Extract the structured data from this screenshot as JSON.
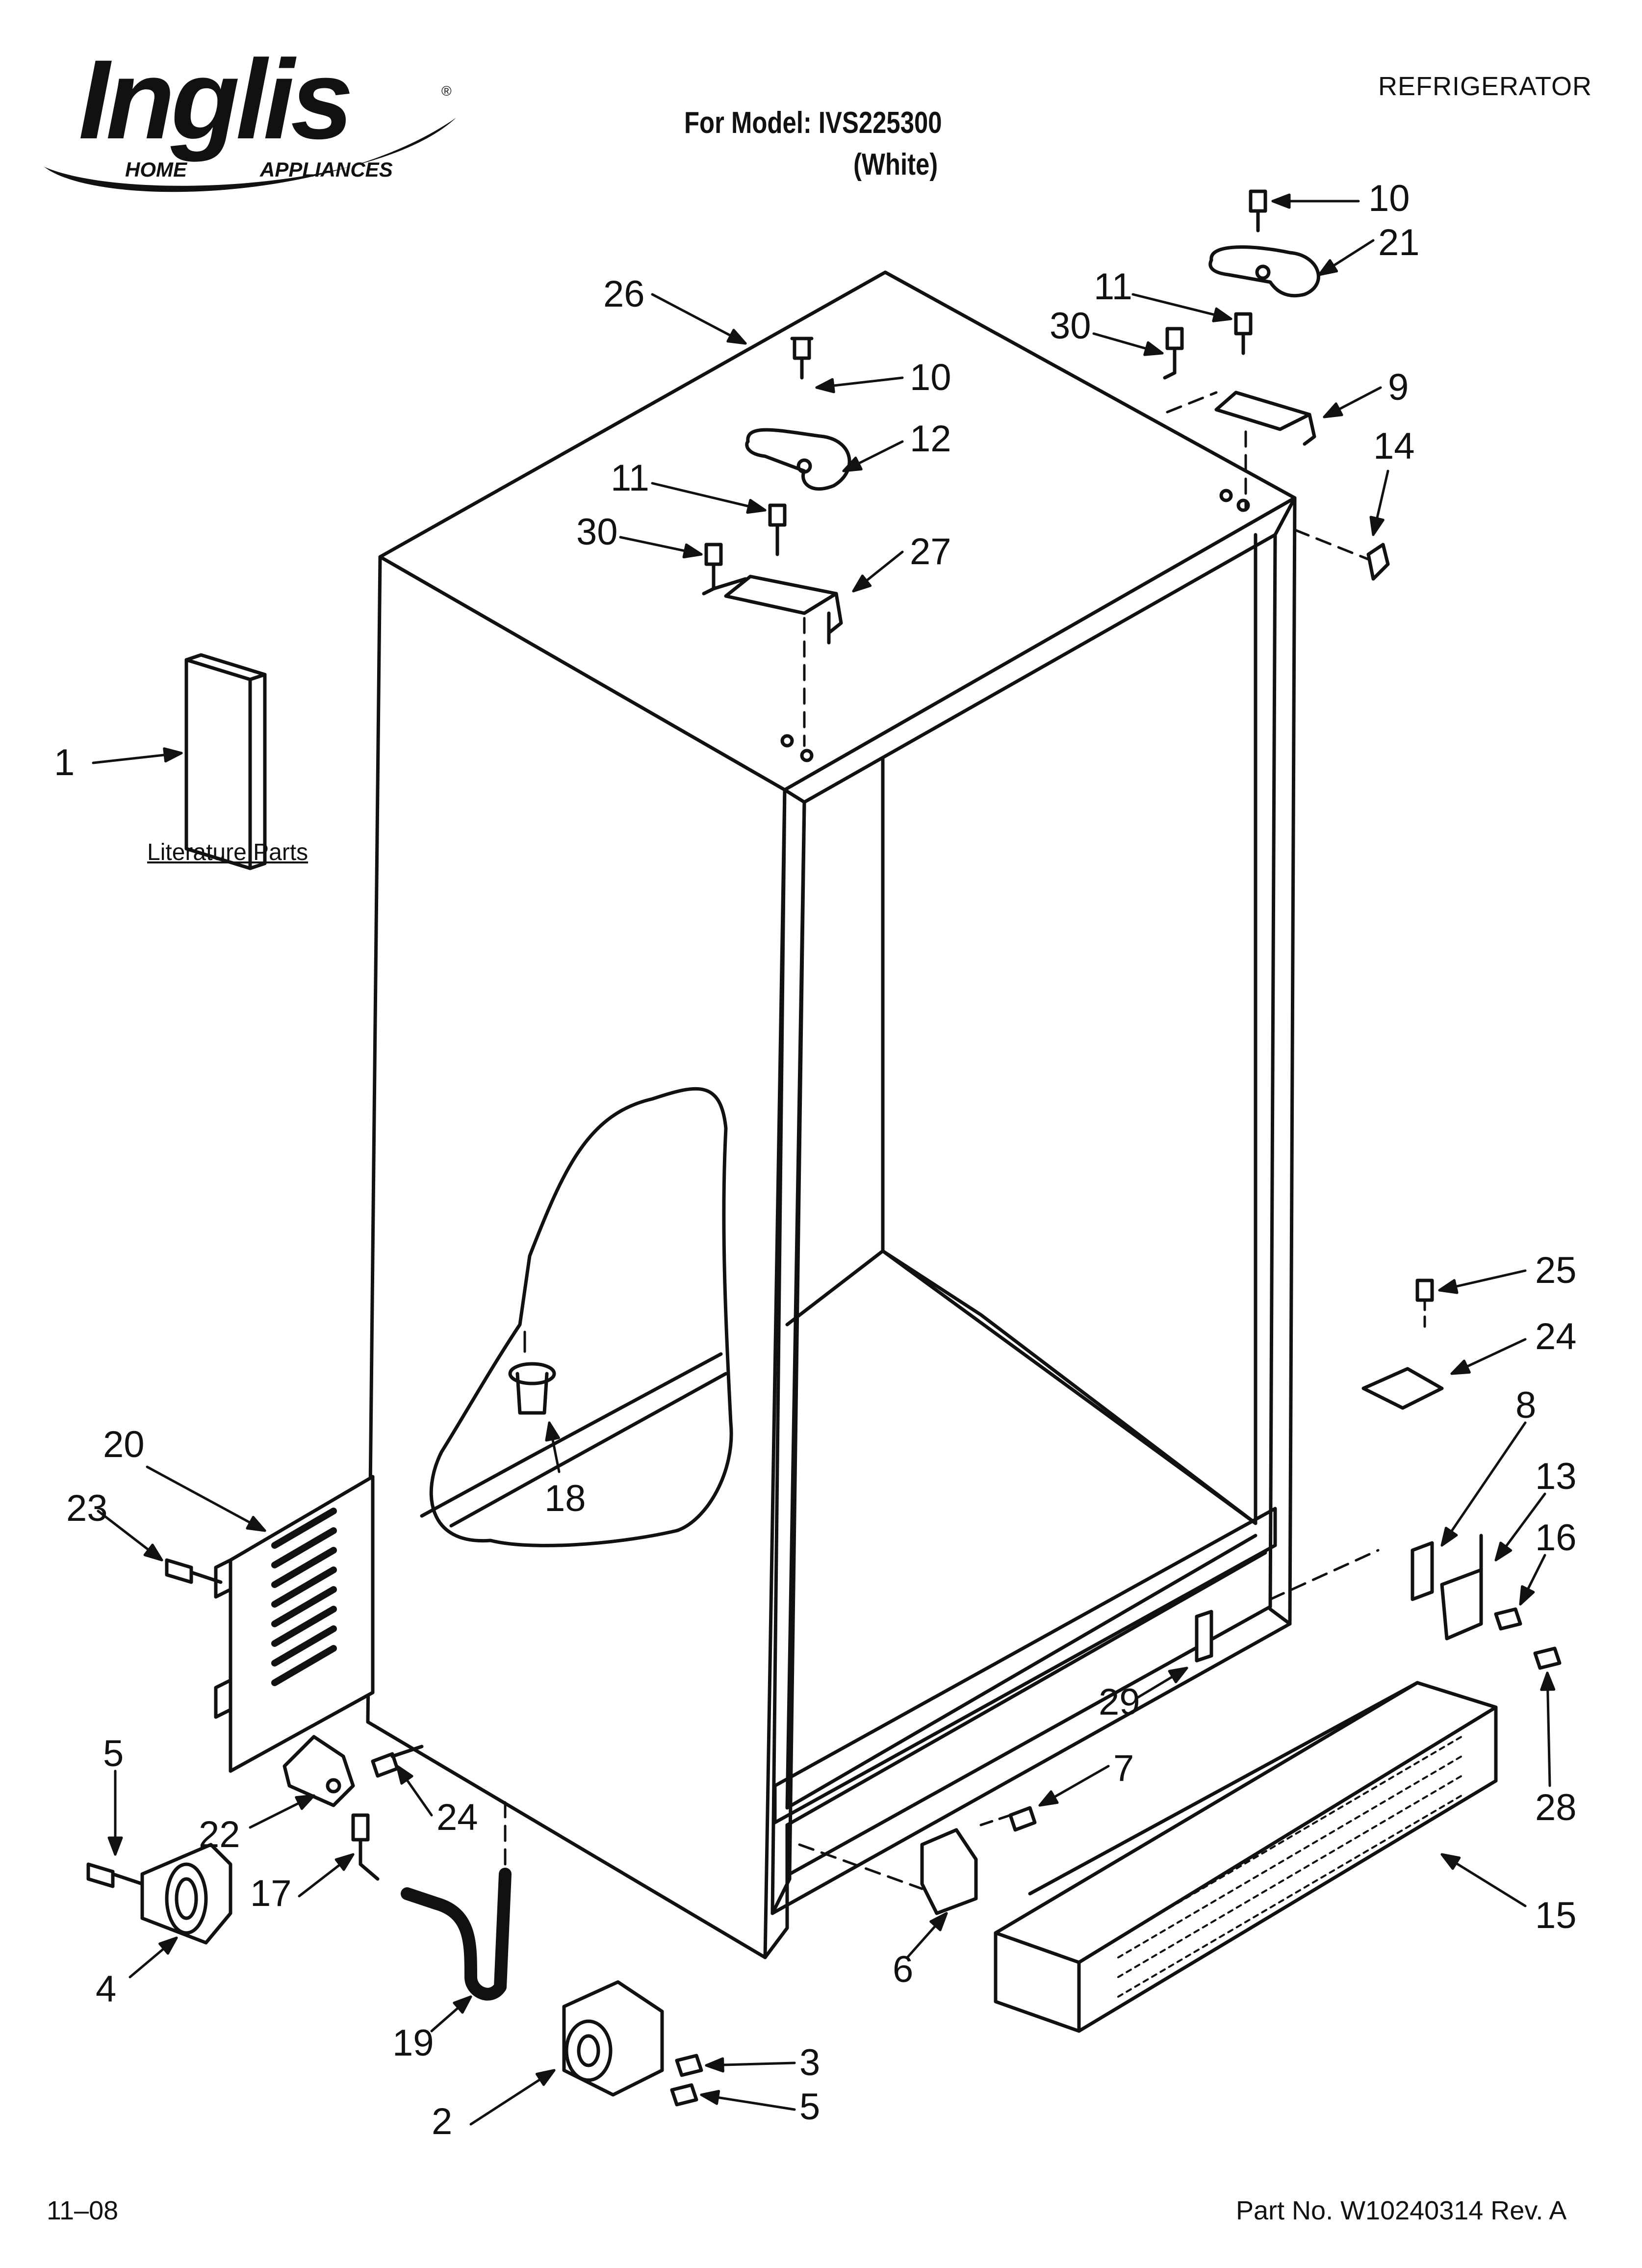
{
  "header": {
    "brand": "Inglis",
    "brand_sub_left": "HOME",
    "brand_sub_right": "APPLIANCES",
    "registered": "®",
    "model_line": "For Model: IVS225300",
    "color_line": "(White)",
    "category": "REFRIGERATOR"
  },
  "literature_label": "Literature Parts",
  "callouts": {
    "c1": "1",
    "c2": "2",
    "c3": "3",
    "c4": "4",
    "c5a": "5",
    "c5b": "5",
    "c6": "6",
    "c7": "7",
    "c8": "8",
    "c9": "9",
    "c10a": "10",
    "c10b": "10",
    "c11a": "11",
    "c11b": "11",
    "c12": "12",
    "c13": "13",
    "c14": "14",
    "c15": "15",
    "c16": "16",
    "c17": "17",
    "c18": "18",
    "c19": "19",
    "c20": "20",
    "c21": "21",
    "c22": "22",
    "c23": "23",
    "c24a": "24",
    "c24b": "24",
    "c25": "25",
    "c26": "26",
    "c27": "27",
    "c28": "28",
    "c29": "29",
    "c30a": "30",
    "c30b": "30"
  },
  "footer": {
    "date_code": "11–08",
    "part_number": "Part No. W10240314 Rev. A"
  }
}
